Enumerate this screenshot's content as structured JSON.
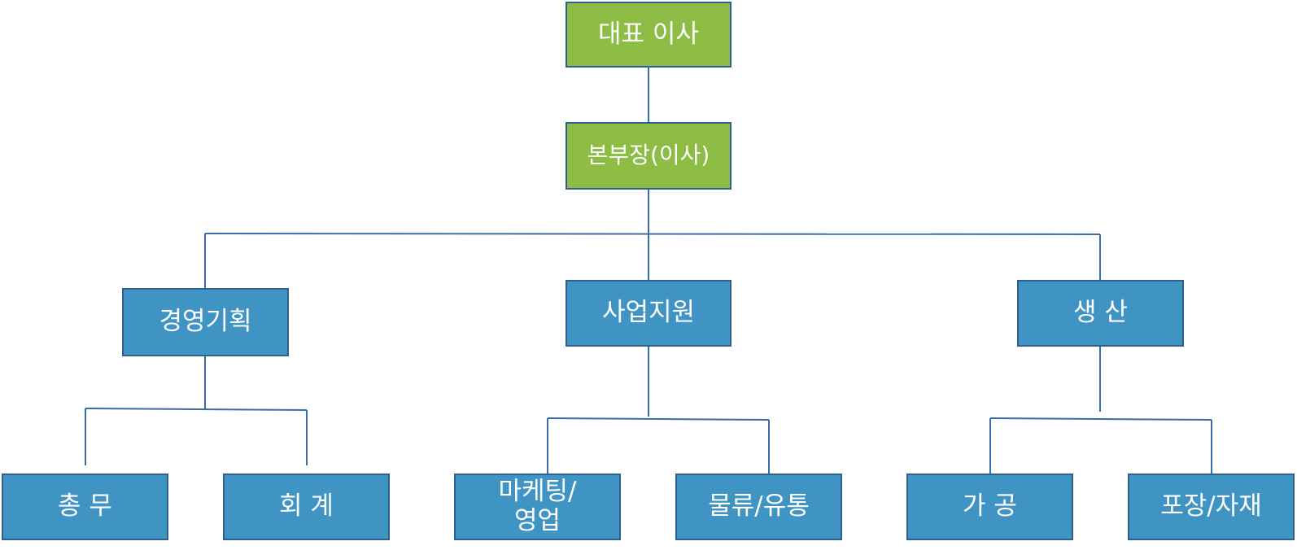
{
  "nodes": {
    "ceo": "대표 이사",
    "hq": "본부장(이사)",
    "mgmt": "경영기획",
    "biz": "사업지원",
    "prod": "생 산",
    "general": "총 무",
    "account": "회 계",
    "marketing": "마케팅/\n영업",
    "logistics": "물류/유통",
    "process": "가 공",
    "packing": "포장/자재"
  },
  "colors": {
    "top_fill": "#8dbd45",
    "box_fill": "#4094c4",
    "border": "#2f5f8f",
    "connector": "#3a6fa6",
    "text": "#ffffff"
  }
}
